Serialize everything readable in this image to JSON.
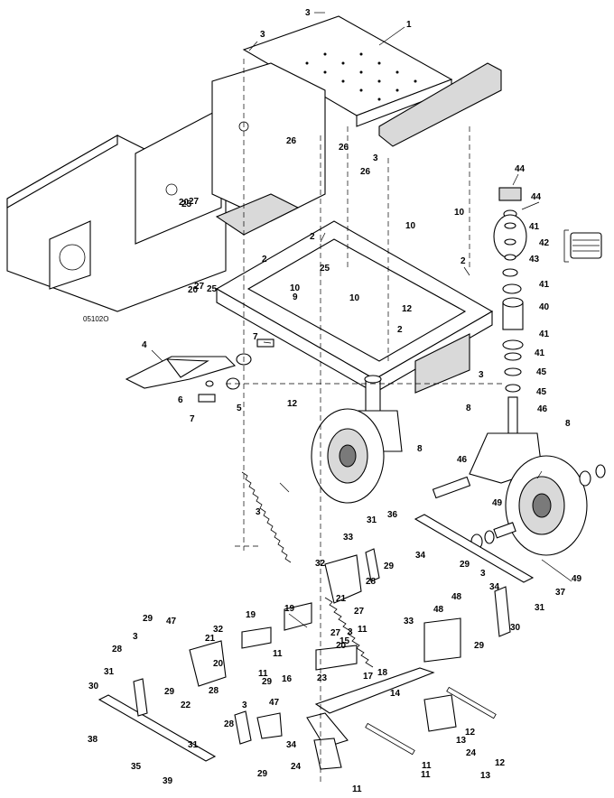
{
  "figure": {
    "reference_code": "05102O"
  },
  "callouts": [
    {
      "id": "c1",
      "label": "1"
    },
    {
      "id": "c2a",
      "label": "2"
    },
    {
      "id": "c2b",
      "label": "2"
    },
    {
      "id": "c2c",
      "label": "2"
    },
    {
      "id": "c2d",
      "label": "2"
    },
    {
      "id": "c3a",
      "label": "3"
    },
    {
      "id": "c3b",
      "label": "3"
    },
    {
      "id": "c3c",
      "label": "3"
    },
    {
      "id": "c3d",
      "label": "3"
    },
    {
      "id": "c3e",
      "label": "3"
    },
    {
      "id": "c3f",
      "label": "3"
    },
    {
      "id": "c3g",
      "label": "3"
    },
    {
      "id": "c3h",
      "label": "3"
    },
    {
      "id": "c3i",
      "label": "3"
    },
    {
      "id": "c4",
      "label": "4"
    },
    {
      "id": "c5",
      "label": "5"
    },
    {
      "id": "c6",
      "label": "6"
    },
    {
      "id": "c7a",
      "label": "7"
    },
    {
      "id": "c7b",
      "label": "7"
    },
    {
      "id": "c8a",
      "label": "8"
    },
    {
      "id": "c8b",
      "label": "8"
    },
    {
      "id": "c8c",
      "label": "8"
    },
    {
      "id": "c9",
      "label": "9"
    },
    {
      "id": "c10a",
      "label": "10"
    },
    {
      "id": "c10b",
      "label": "10"
    },
    {
      "id": "c10c",
      "label": "10"
    },
    {
      "id": "c10d",
      "label": "10"
    },
    {
      "id": "c11a",
      "label": "11"
    },
    {
      "id": "c11b",
      "label": "11"
    },
    {
      "id": "c11c",
      "label": "11"
    },
    {
      "id": "c11d",
      "label": "11"
    },
    {
      "id": "c11e",
      "label": "11"
    },
    {
      "id": "c11f",
      "label": "11"
    },
    {
      "id": "c12a",
      "label": "12"
    },
    {
      "id": "c12b",
      "label": "12"
    },
    {
      "id": "c12c",
      "label": "12"
    },
    {
      "id": "c12d",
      "label": "12"
    },
    {
      "id": "c13a",
      "label": "13"
    },
    {
      "id": "c13b",
      "label": "13"
    },
    {
      "id": "c14",
      "label": "14"
    },
    {
      "id": "c15",
      "label": "15"
    },
    {
      "id": "c16",
      "label": "16"
    },
    {
      "id": "c17",
      "label": "17"
    },
    {
      "id": "c18",
      "label": "18"
    },
    {
      "id": "c19a",
      "label": "19"
    },
    {
      "id": "c19b",
      "label": "19"
    },
    {
      "id": "c20a",
      "label": "20"
    },
    {
      "id": "c20b",
      "label": "20"
    },
    {
      "id": "c20c",
      "label": "20"
    },
    {
      "id": "c20d",
      "label": "20"
    },
    {
      "id": "c21a",
      "label": "21"
    },
    {
      "id": "c21b",
      "label": "21"
    },
    {
      "id": "c22",
      "label": "22"
    },
    {
      "id": "c23",
      "label": "23"
    },
    {
      "id": "c24a",
      "label": "24"
    },
    {
      "id": "c24b",
      "label": "24"
    },
    {
      "id": "c25a",
      "label": "25"
    },
    {
      "id": "c25b",
      "label": "25"
    },
    {
      "id": "c25c",
      "label": "25"
    },
    {
      "id": "c26a",
      "label": "26"
    },
    {
      "id": "c26b",
      "label": "26"
    },
    {
      "id": "c26c",
      "label": "26"
    },
    {
      "id": "c27a",
      "label": "27"
    },
    {
      "id": "c27b",
      "label": "27"
    },
    {
      "id": "c27c",
      "label": "27"
    },
    {
      "id": "c27d",
      "label": "27"
    },
    {
      "id": "c28a",
      "label": "28"
    },
    {
      "id": "c28b",
      "label": "28"
    },
    {
      "id": "c28c",
      "label": "28"
    },
    {
      "id": "c28d",
      "label": "28"
    },
    {
      "id": "c29a",
      "label": "29"
    },
    {
      "id": "c29b",
      "label": "29"
    },
    {
      "id": "c29c",
      "label": "29"
    },
    {
      "id": "c29d",
      "label": "29"
    },
    {
      "id": "c29e",
      "label": "29"
    },
    {
      "id": "c29f",
      "label": "29"
    },
    {
      "id": "c29g",
      "label": "29"
    },
    {
      "id": "c30a",
      "label": "30"
    },
    {
      "id": "c30b",
      "label": "30"
    },
    {
      "id": "c31a",
      "label": "31"
    },
    {
      "id": "c31b",
      "label": "31"
    },
    {
      "id": "c31c",
      "label": "31"
    },
    {
      "id": "c31d",
      "label": "31"
    },
    {
      "id": "c32a",
      "label": "32"
    },
    {
      "id": "c32b",
      "label": "32"
    },
    {
      "id": "c33a",
      "label": "33"
    },
    {
      "id": "c33b",
      "label": "33"
    },
    {
      "id": "c34a",
      "label": "34"
    },
    {
      "id": "c34b",
      "label": "34"
    },
    {
      "id": "c34c",
      "label": "34"
    },
    {
      "id": "c35",
      "label": "35"
    },
    {
      "id": "c36",
      "label": "36"
    },
    {
      "id": "c37",
      "label": "37"
    },
    {
      "id": "c38",
      "label": "38"
    },
    {
      "id": "c39",
      "label": "39"
    },
    {
      "id": "c40",
      "label": "40"
    },
    {
      "id": "c41a",
      "label": "41"
    },
    {
      "id": "c41b",
      "label": "41"
    },
    {
      "id": "c41c",
      "label": "41"
    },
    {
      "id": "c41d",
      "label": "41"
    },
    {
      "id": "c42",
      "label": "42"
    },
    {
      "id": "c43",
      "label": "43"
    },
    {
      "id": "c44a",
      "label": "44"
    },
    {
      "id": "c44b",
      "label": "44"
    },
    {
      "id": "c45a",
      "label": "45"
    },
    {
      "id": "c45b",
      "label": "45"
    },
    {
      "id": "c46a",
      "label": "46"
    },
    {
      "id": "c46b",
      "label": "46"
    },
    {
      "id": "c47a",
      "label": "47"
    },
    {
      "id": "c47b",
      "label": "47"
    },
    {
      "id": "c48a",
      "label": "48"
    },
    {
      "id": "c48b",
      "label": "48"
    },
    {
      "id": "c49a",
      "label": "49"
    },
    {
      "id": "c49b",
      "label": "49"
    }
  ]
}
